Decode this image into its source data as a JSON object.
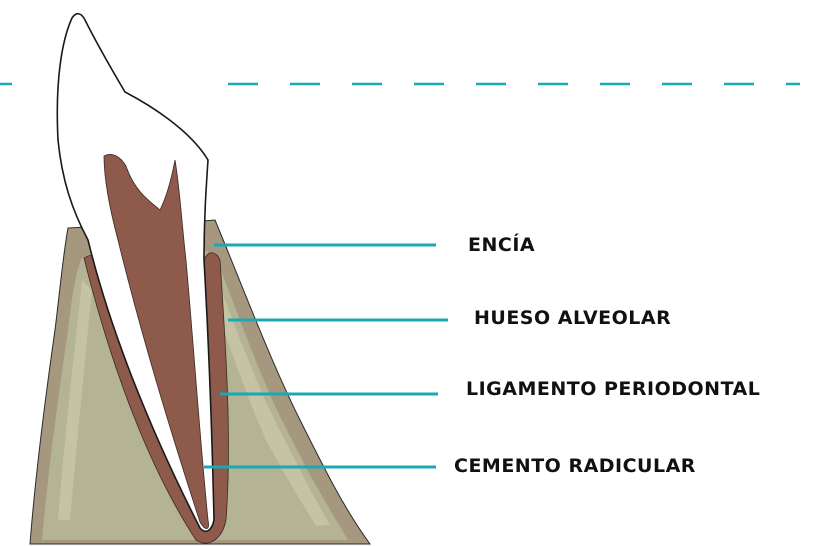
{
  "labels": {
    "encia": "ENCÍA",
    "hueso_alveolar": "HUESO ALVEOLAR",
    "ligamento_periodontal": "LIGAMENTO PERIODONTAL",
    "cemento_radicular": "CEMENTO RADICULAR"
  },
  "colors": {
    "leader_line": "#17a9b5",
    "gum_tissue": "#a5987f",
    "bone": "#b4b393",
    "bone_highlight": "#c8c5a7",
    "ligament": "#8d5a4c",
    "tooth": "#ffffff",
    "outline": "#1a1a1a",
    "label_text": "#111111"
  }
}
